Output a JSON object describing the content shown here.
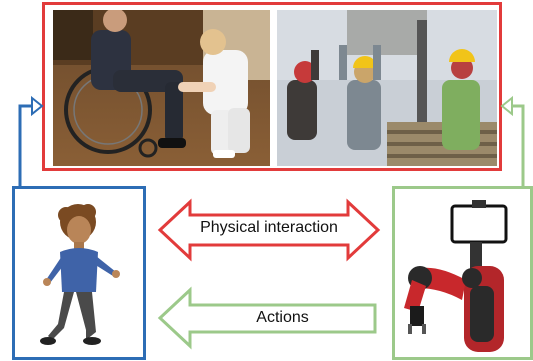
{
  "labels": {
    "physical_interaction": "Physical interaction",
    "actions": "Actions"
  },
  "colors": {
    "red_frame": "#e23b3b",
    "blue_frame": "#2d6db5",
    "green_frame": "#9cc98a",
    "background": "#ffffff"
  },
  "icons": {
    "photo_left": "caregiver-wheelchair-photo",
    "photo_right": "construction-workers-photo",
    "person": "human-cartoon-figure",
    "robot": "robot-arm-photo"
  }
}
